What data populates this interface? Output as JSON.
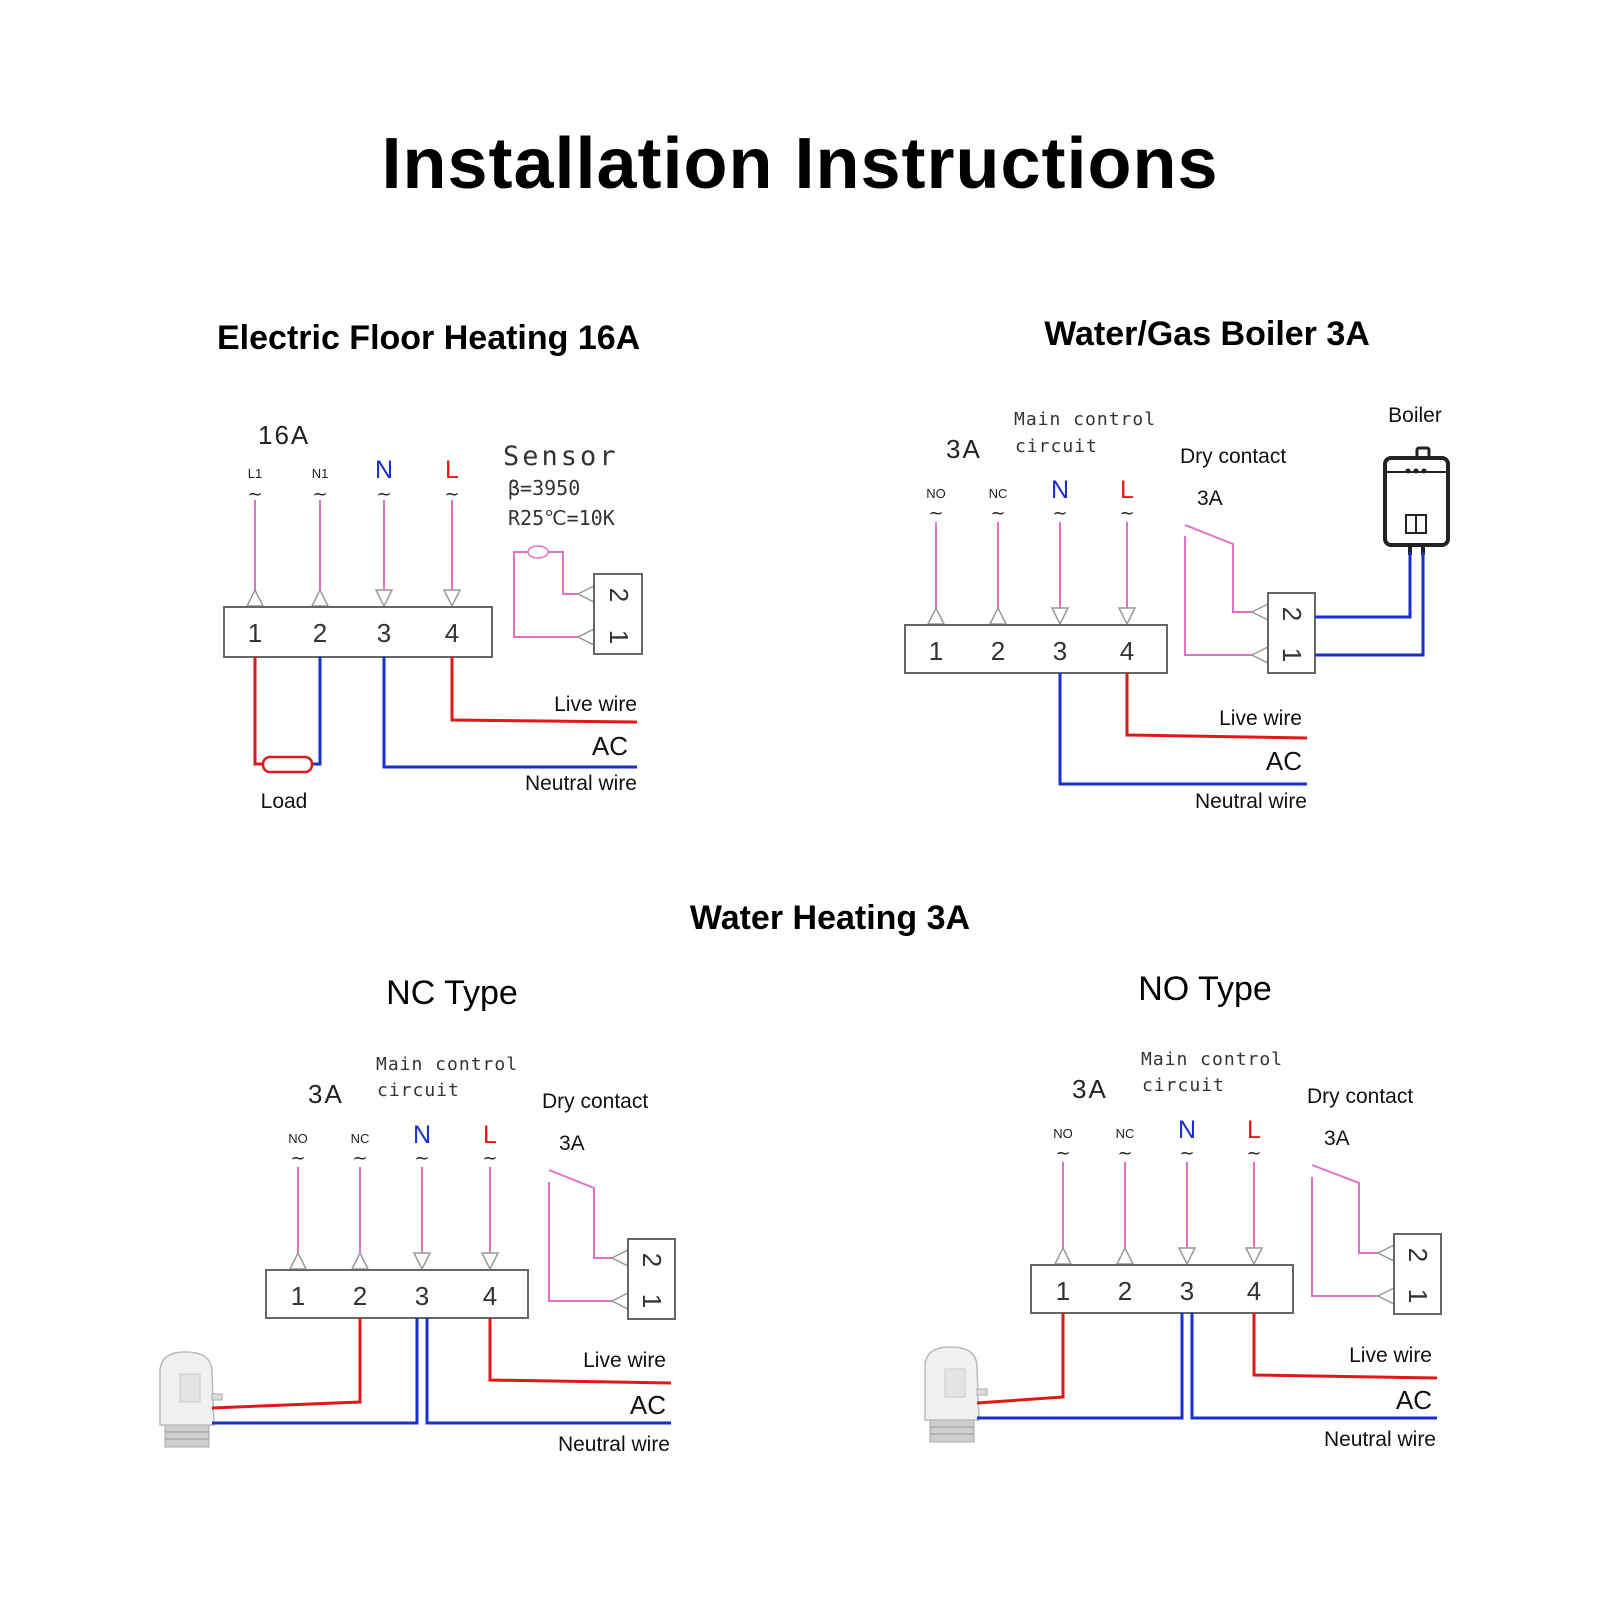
{
  "title": "Installation Instructions",
  "floor": {
    "heading": "Electric Floor Heating 16A",
    "amp": "16A",
    "t1": "L1",
    "t2": "N1",
    "n": "N",
    "l": "L",
    "tilde": "~",
    "nums": [
      "1",
      "2",
      "3",
      "4"
    ],
    "sensor": "Sensor",
    "beta": "β=3950",
    "r25": "R25℃=10K",
    "sensor_nums": [
      "2",
      "1"
    ],
    "live": "Live wire",
    "ac": "AC",
    "neutral": "Neutral wire",
    "load": "Load"
  },
  "boiler": {
    "heading": "Water/Gas Boiler 3A",
    "amp": "3A",
    "main1": "Main control",
    "main2": "circuit",
    "dry": "Dry contact",
    "dry_amp": "3A",
    "boiler": "Boiler",
    "t1": "NO",
    "t2": "NC",
    "n": "N",
    "l": "L",
    "tilde": "~",
    "nums": [
      "1",
      "2",
      "3",
      "4"
    ],
    "dry_nums": [
      "2",
      "1"
    ],
    "live": "Live wire",
    "ac": "AC",
    "neutral": "Neutral wire"
  },
  "water": {
    "heading": "Water Heating 3A",
    "nc": {
      "heading": "NC Type",
      "amp": "3A",
      "main1": "Main control",
      "main2": "circuit",
      "dry": "Dry contact",
      "dry_amp": "3A",
      "t1": "NO",
      "t2": "NC",
      "n": "N",
      "l": "L",
      "tilde": "~",
      "nums": [
        "1",
        "2",
        "3",
        "4"
      ],
      "dry_nums": [
        "2",
        "1"
      ],
      "live": "Live wire",
      "ac": "AC",
      "neutral": "Neutral wire"
    },
    "no": {
      "heading": "NO Type",
      "amp": "3A",
      "main1": "Main control",
      "main2": "circuit",
      "dry": "Dry contact",
      "dry_amp": "3A",
      "t1": "NO",
      "t2": "NC",
      "n": "N",
      "l": "L",
      "tilde": "~",
      "nums": [
        "1",
        "2",
        "3",
        "4"
      ],
      "dry_nums": [
        "2",
        "1"
      ],
      "live": "Live wire",
      "ac": "AC",
      "neutral": "Neutral wire"
    }
  },
  "colors": {
    "live": "#e01818",
    "neutral": "#1a2fd0",
    "signal": "#e070c8"
  }
}
